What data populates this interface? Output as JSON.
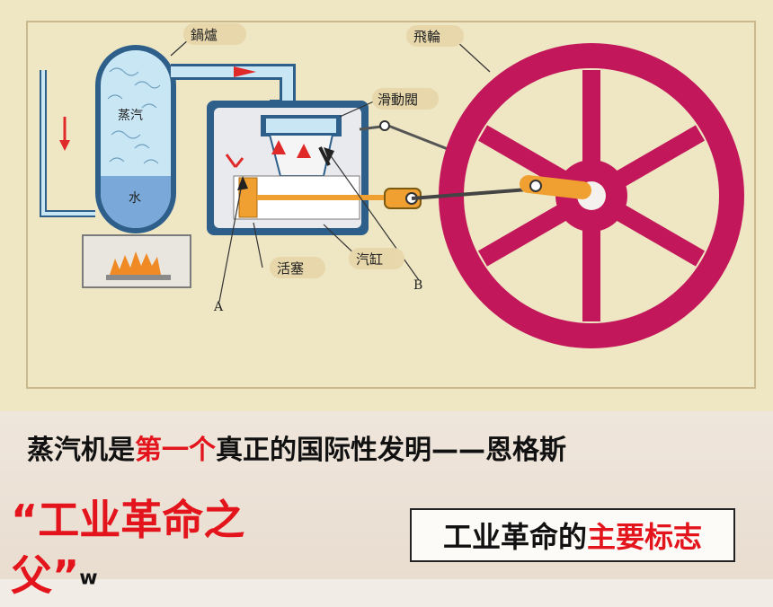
{
  "diagram": {
    "labels": {
      "boiler": "鍋爐",
      "flywheel": "飛輪",
      "slide_valve": "滑動閥",
      "steam": "蒸汽",
      "water": "水",
      "piston": "活塞",
      "cylinder": "汽缸",
      "a": "A",
      "b": "B"
    },
    "colors": {
      "background": "#efe6c3",
      "flywheel": "#c2185b",
      "boiler": "#9bd3ef",
      "water": "#7aa8d8",
      "piston": "#f0a030",
      "arrow": "#e02a2a"
    }
  },
  "caption": {
    "part1": "蒸汽机是",
    "part2": "第一个",
    "part3": "真正的国际性发明——恩格斯"
  },
  "slogan": {
    "text": "“工业革命之父”",
    "suffix": "w"
  },
  "box": {
    "part1": "工业革命的",
    "part2": "主要标志"
  }
}
